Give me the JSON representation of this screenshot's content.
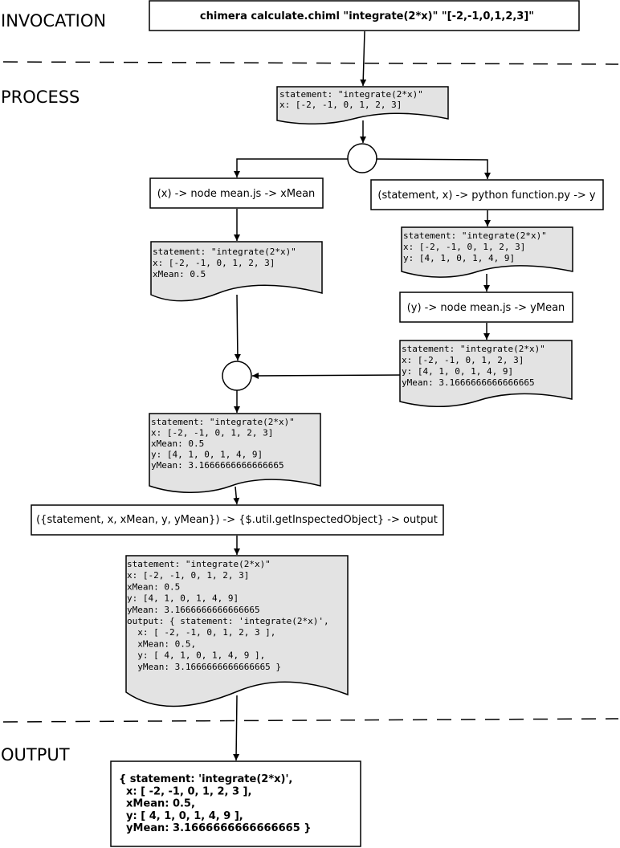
{
  "sections": {
    "invocation": "INVOCATION",
    "process": "PROCESS",
    "output": "OUTPUT"
  },
  "invocation_command": "chimera calculate.chiml \"integrate(2*x)\" \"[-2,-1,0,1,2,3]\"",
  "processes": {
    "node_mean_x": "(x) -> node mean.js -> xMean",
    "python_function": "(statement, x) -> python function.py -> y",
    "node_mean_y": "(y) -> node mean.js -> yMean",
    "inspect": "({statement, x, xMean, y, yMean}) -> {$.util.getInspectedObject} -> output"
  },
  "states": {
    "s1": [
      "statement: \"integrate(2*x)\"",
      "x: [-2, -1, 0, 1, 2, 3]"
    ],
    "s2": [
      "statement: \"integrate(2*x)\"",
      "x: [-2, -1, 0, 1, 2, 3]",
      "xMean: 0.5"
    ],
    "s3": [
      "statement: \"integrate(2*x)\"",
      "x: [-2, -1, 0, 1, 2, 3]",
      "y: [4, 1, 0, 1, 4, 9]"
    ],
    "s4": [
      "statement: \"integrate(2*x)\"",
      "x: [-2, -1, 0, 1, 2, 3]",
      "y: [4, 1, 0, 1, 4, 9]",
      "yMean: 3.1666666666666665"
    ],
    "s5": [
      "statement: \"integrate(2*x)\"",
      "x: [-2, -1, 0, 1, 2, 3]",
      "xMean: 0.5",
      "y: [4, 1, 0, 1, 4, 9]",
      "yMean: 3.1666666666666665"
    ],
    "s6": [
      "statement: \"integrate(2*x)\"",
      "x: [-2, -1, 0, 1, 2, 3]",
      "xMean: 0.5",
      "y: [4, 1, 0, 1, 4, 9]",
      "yMean: 3.1666666666666665",
      "output: { statement: 'integrate(2*x)',",
      "  x: [ -2, -1, 0, 1, 2, 3 ],",
      "  xMean: 0.5,",
      "  y: [ 4, 1, 0, 1, 4, 9 ],",
      "  yMean: 3.1666666666666665 }"
    ]
  },
  "final_output": [
    "{ statement: 'integrate(2*x)',",
    "  x: [ -2, -1, 0, 1, 2, 3 ],",
    "  xMean: 0.5,",
    "  y: [ 4, 1, 0, 1, 4, 9 ],",
    "  yMean: 3.1666666666666665 }"
  ]
}
